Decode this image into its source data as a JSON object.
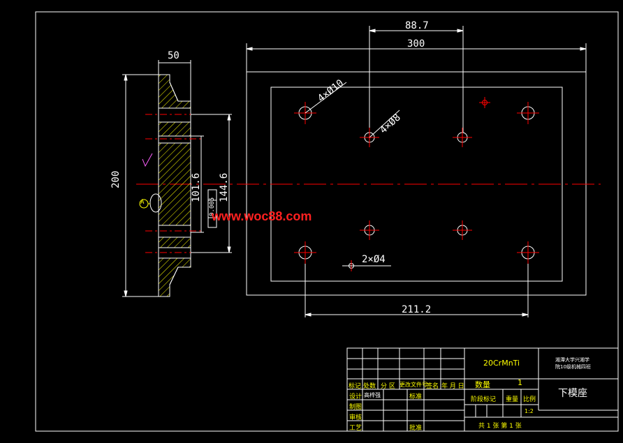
{
  "drawing": {
    "dimensions": {
      "top_width": "88.7",
      "plate_width": "300",
      "hole_spacing": "211.2",
      "side_thickness": "50",
      "side_height": "200",
      "inner_height": "101.6",
      "outer_height": "144.6"
    },
    "callouts": {
      "holes_large": "4×Ø10",
      "holes_mid": "4×Ø8",
      "holes_small": "2×Ø4",
      "tolerance": "0.005",
      "datum": "A"
    },
    "watermark": "www.woc88.com"
  },
  "title_block": {
    "material": "20CrMnTi",
    "school_line1": "湘潭大学兴湘学",
    "school_line2": "院10级机械四班",
    "quantity_label": "数量",
    "quantity_value": "1",
    "part_name": "下模座",
    "stage_label": "阶段标记",
    "weight_label": "重量",
    "scale_label": "比例",
    "scale_value": "1:2",
    "sheets": "共 1 张    第 1 张",
    "headers": [
      "标记",
      "处数",
      "分 区",
      "更改文件号",
      "签名",
      "年 月 日"
    ],
    "rows": {
      "design": "设计",
      "designer": "高梓强",
      "standard": "标准",
      "drawing": "制图",
      "review": "审核",
      "process": "工艺",
      "approve": "批准"
    }
  },
  "colors": {
    "background": "#000000",
    "line": "#ffffff",
    "centerline": "#ff0000",
    "hatch": "#ffff00",
    "text": "#ffffff"
  }
}
